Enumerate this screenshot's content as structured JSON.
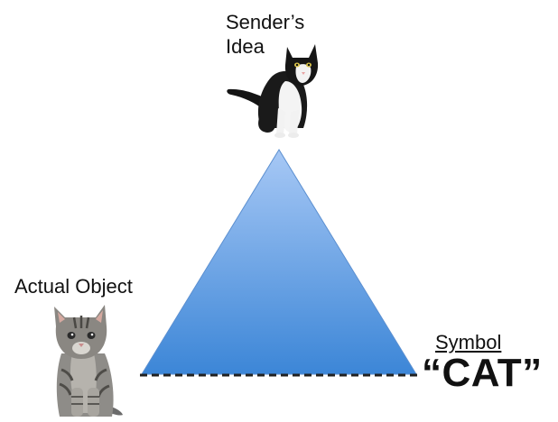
{
  "diagram": {
    "type": "semiotic-triangle",
    "nodes": {
      "top": {
        "label_line1": "Sender’s",
        "label_line2": "Idea",
        "image": "black-and-white-cat"
      },
      "bottom_left": {
        "label": "Actual Object",
        "image": "tabby-kitten"
      },
      "bottom_right": {
        "label": "Symbol",
        "symbol_text": "“CAT”"
      }
    },
    "edges": [
      {
        "from": "top",
        "to": "bottom_left",
        "style": "solid"
      },
      {
        "from": "top",
        "to": "bottom_right",
        "style": "solid"
      },
      {
        "from": "bottom_left",
        "to": "bottom_right",
        "style": "dashed"
      }
    ],
    "colors": {
      "triangle_top": "#a7c8f5",
      "triangle_bottom": "#3c86d7",
      "triangle_edge": "#5b8fd0",
      "dashed_line": "#222222",
      "text": "#111111"
    }
  }
}
